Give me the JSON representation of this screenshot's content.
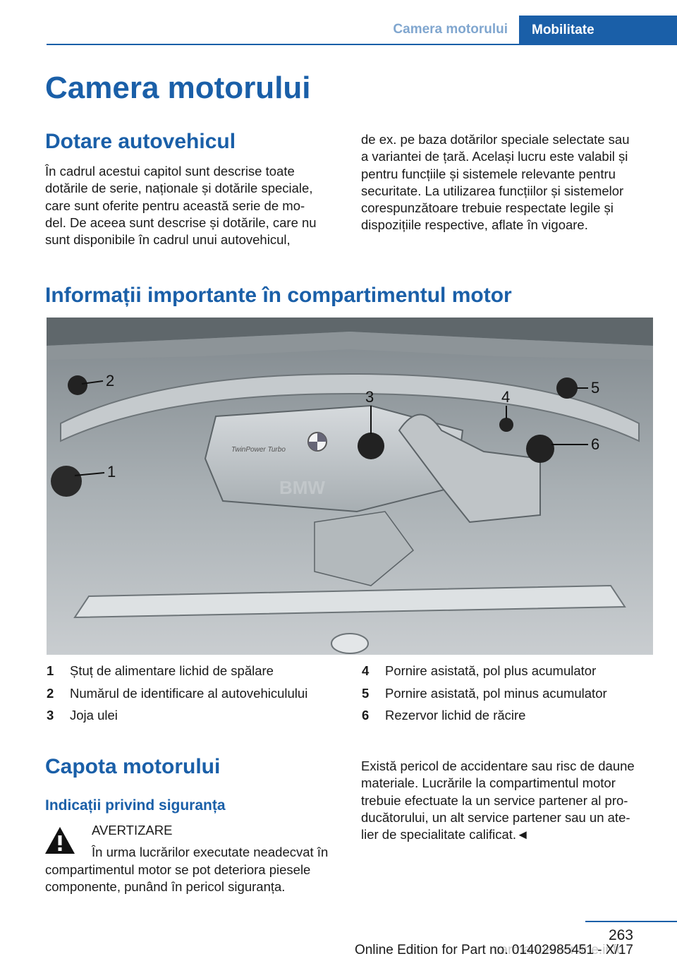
{
  "header": {
    "section": "Camera motorului",
    "chapter": "Mobilitate"
  },
  "title": "Camera motorului",
  "section1": {
    "heading": "Dotare autovehicul",
    "col1": [
      "În cadrul acestui capitol sunt descrise toate",
      "dotările de serie, naționale și dotările speciale,",
      "care sunt oferite pentru această serie de mo‐",
      "del. De aceea sunt descrise și dotările, care nu",
      "sunt disponibile în cadrul unui autovehicul,"
    ],
    "col2": [
      "de ex. pe baza dotărilor speciale selectate sau",
      "a variantei de țară. Același lucru este valabil și",
      "pentru funcțiile și sistemele relevante pentru",
      "securitate. La utilizarea funcțiilor și sistemelor",
      "corespunzătoare trebuie respectate legile și",
      "dispozițiile respective, aflate în vigoare."
    ]
  },
  "section2": {
    "heading": "Informații importante în compartimentul motor",
    "figure": {
      "callouts": [
        "1",
        "2",
        "3",
        "4",
        "5",
        "6"
      ],
      "engine_text": "TwinPower Turbo",
      "cover_text": "BMW"
    },
    "legend_left": [
      {
        "num": "1",
        "text": "Ștuț de alimentare lichid de spălare"
      },
      {
        "num": "2",
        "text": "Numărul de identificare al autovehiculului"
      },
      {
        "num": "3",
        "text": "Joja ulei"
      }
    ],
    "legend_right": [
      {
        "num": "4",
        "text": "Pornire asistată, pol plus acumulator"
      },
      {
        "num": "5",
        "text": "Pornire asistată, pol minus acumulator"
      },
      {
        "num": "6",
        "text": "Rezervor lichid de răcire"
      }
    ]
  },
  "section3": {
    "heading": "Capota motorului",
    "subheading": "Indicații privind siguranța",
    "warning_label": "AVERTIZARE",
    "warning_first": "În urma lucrărilor executate neadecvat în",
    "warning_rest": [
      "compartimentul motor se pot deteriora piesele",
      "componente, punând în pericol siguranța."
    ],
    "col2": [
      "Există pericol de accidentare sau risc de daune",
      "materiale. Lucrările la compartimentul motor",
      "trebuie efectuate la un service partener al pro‐",
      "ducătorului, un alt service partener sau un ate‐",
      "lier de specialitate calificat.◄"
    ]
  },
  "footer": {
    "page": "263",
    "edition": "Online Edition for Part no. 01402985451 - X/17",
    "watermark": "carmanualsonline.info"
  }
}
